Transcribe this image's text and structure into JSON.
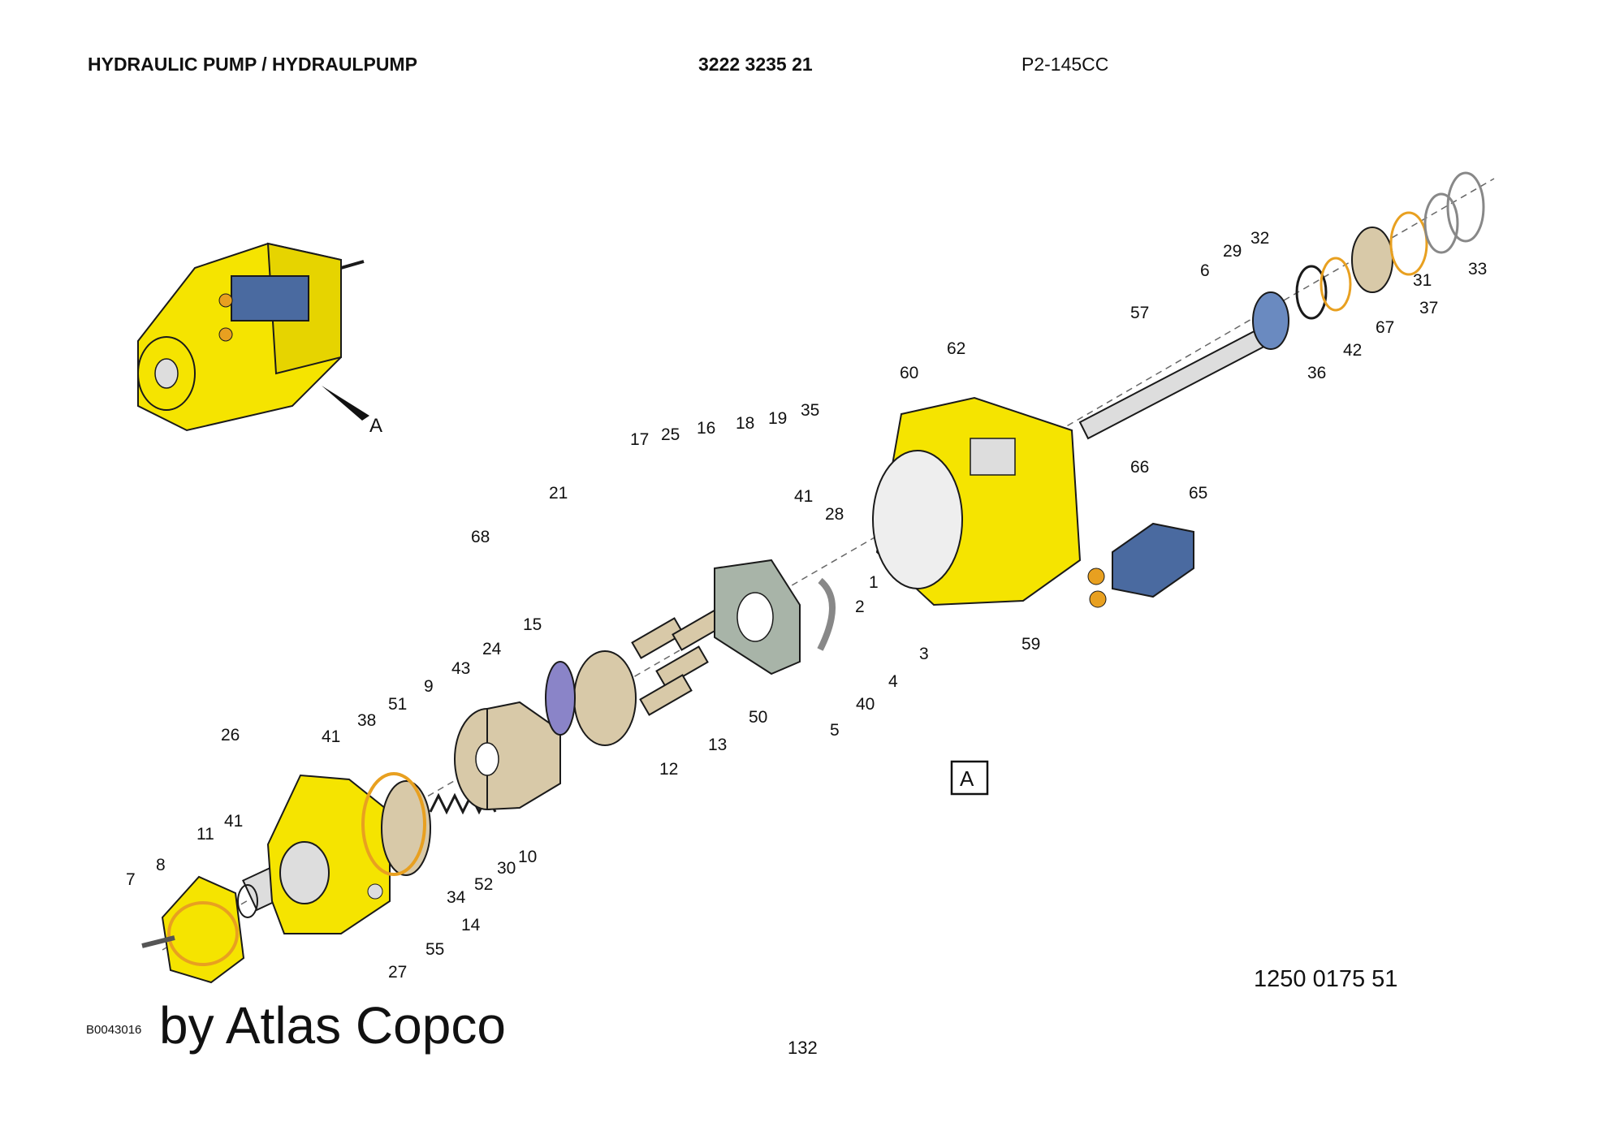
{
  "header": {
    "title": "HYDRAULIC PUMP / HYDRAULPUMP",
    "part_number": "3222 3235 21",
    "model": "P2-145CC"
  },
  "view_marker": "A",
  "callouts": [
    "1",
    "2",
    "3",
    "4",
    "5",
    "6",
    "7",
    "8",
    "9",
    "10",
    "11",
    "12",
    "13",
    "14",
    "15",
    "16",
    "17",
    "18",
    "19",
    "21",
    "24",
    "25",
    "26",
    "27",
    "28",
    "29",
    "30",
    "31",
    "32",
    "33",
    "34",
    "35",
    "36",
    "37",
    "38",
    "40",
    "41",
    "41",
    "41",
    "42",
    "43",
    "50",
    "51",
    "52",
    "55",
    "57",
    "59",
    "60",
    "62",
    "65",
    "66",
    "67",
    "68"
  ],
  "footer": {
    "document_number": "1250 0175 51",
    "illustration_id": "B0043016",
    "brand": "by Atlas Copco",
    "page_number": "132"
  },
  "colors": {
    "housing_yellow": "#f5e400",
    "valve_blue": "#4a6aa0",
    "seal_orange": "#e8a020",
    "plate_grey": "#a8b4a8",
    "outline": "#1a1a1a"
  }
}
